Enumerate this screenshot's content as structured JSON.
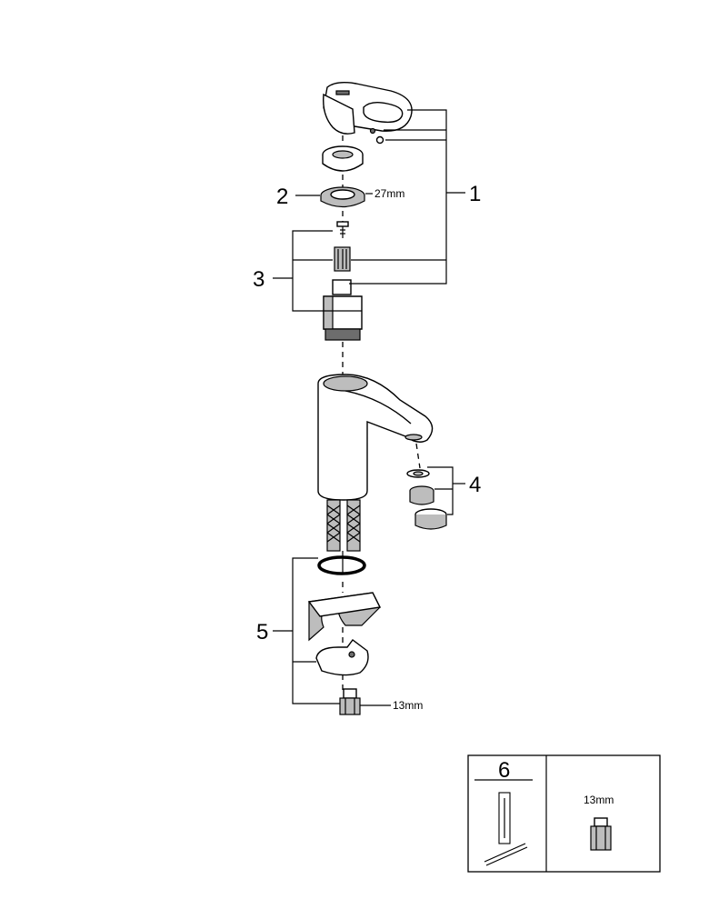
{
  "callouts": {
    "c1": "1",
    "c2": "2",
    "c3": "3",
    "c4": "4",
    "c5": "5"
  },
  "dimensions": {
    "nut_size": "27mm",
    "fitting_size": "13mm"
  },
  "tool_box": {
    "number": "6",
    "size": "13mm"
  }
}
